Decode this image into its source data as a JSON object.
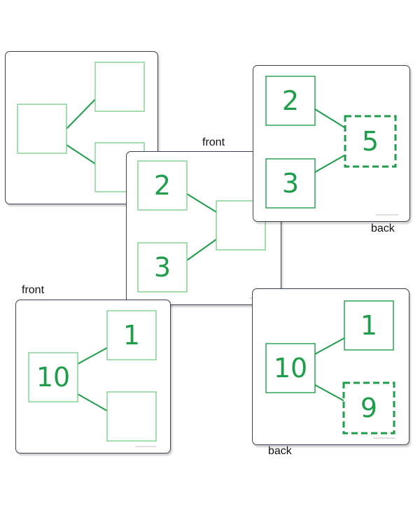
{
  "labels": {
    "front_1": "front",
    "back_1": "back",
    "front_2": "front",
    "back_2": "back"
  },
  "card_blank": {
    "whole": "",
    "part_top": "",
    "part_bottom": ""
  },
  "card_front_1": {
    "part_top": "2",
    "part_bottom": "3",
    "whole": ""
  },
  "card_back_1": {
    "part_top": "2",
    "part_bottom": "3",
    "whole": "5"
  },
  "card_front_2": {
    "whole": "10",
    "part_top": "1",
    "part_bottom": ""
  },
  "card_back_2": {
    "whole": "10",
    "part_top": "1",
    "part_bottom": "9"
  },
  "colors": {
    "green": "#1e9d4a",
    "light_green": "#7fd08e",
    "border": "#3a4150"
  }
}
